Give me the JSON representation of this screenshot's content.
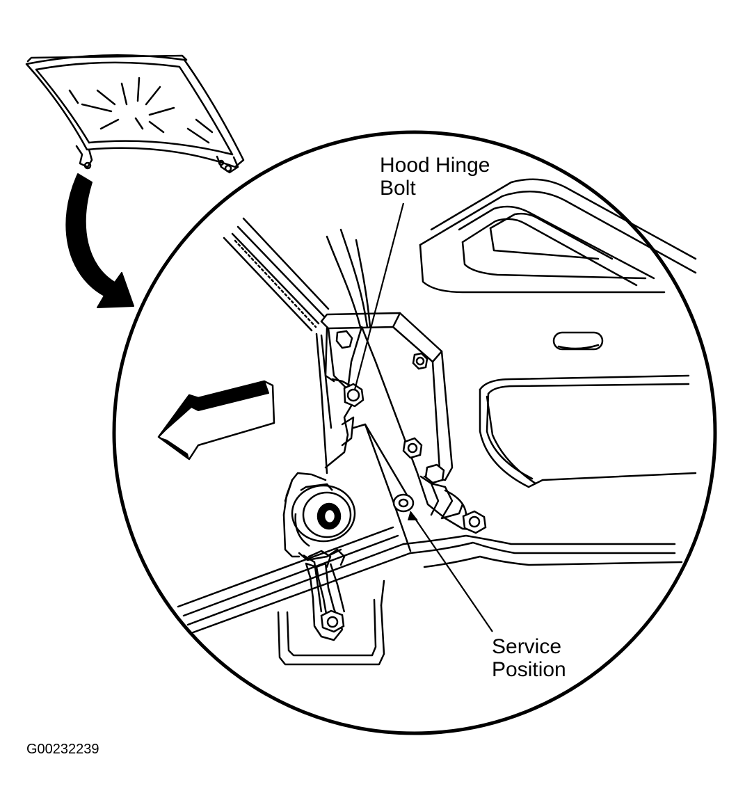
{
  "labels": {
    "hood_hinge_bolt": [
      "Hood Hinge",
      "Bolt"
    ],
    "service_position": [
      "Service",
      "Position"
    ]
  },
  "figure_id": "G00232239",
  "colors": {
    "ink": "#000000",
    "paper": "#ffffff"
  }
}
